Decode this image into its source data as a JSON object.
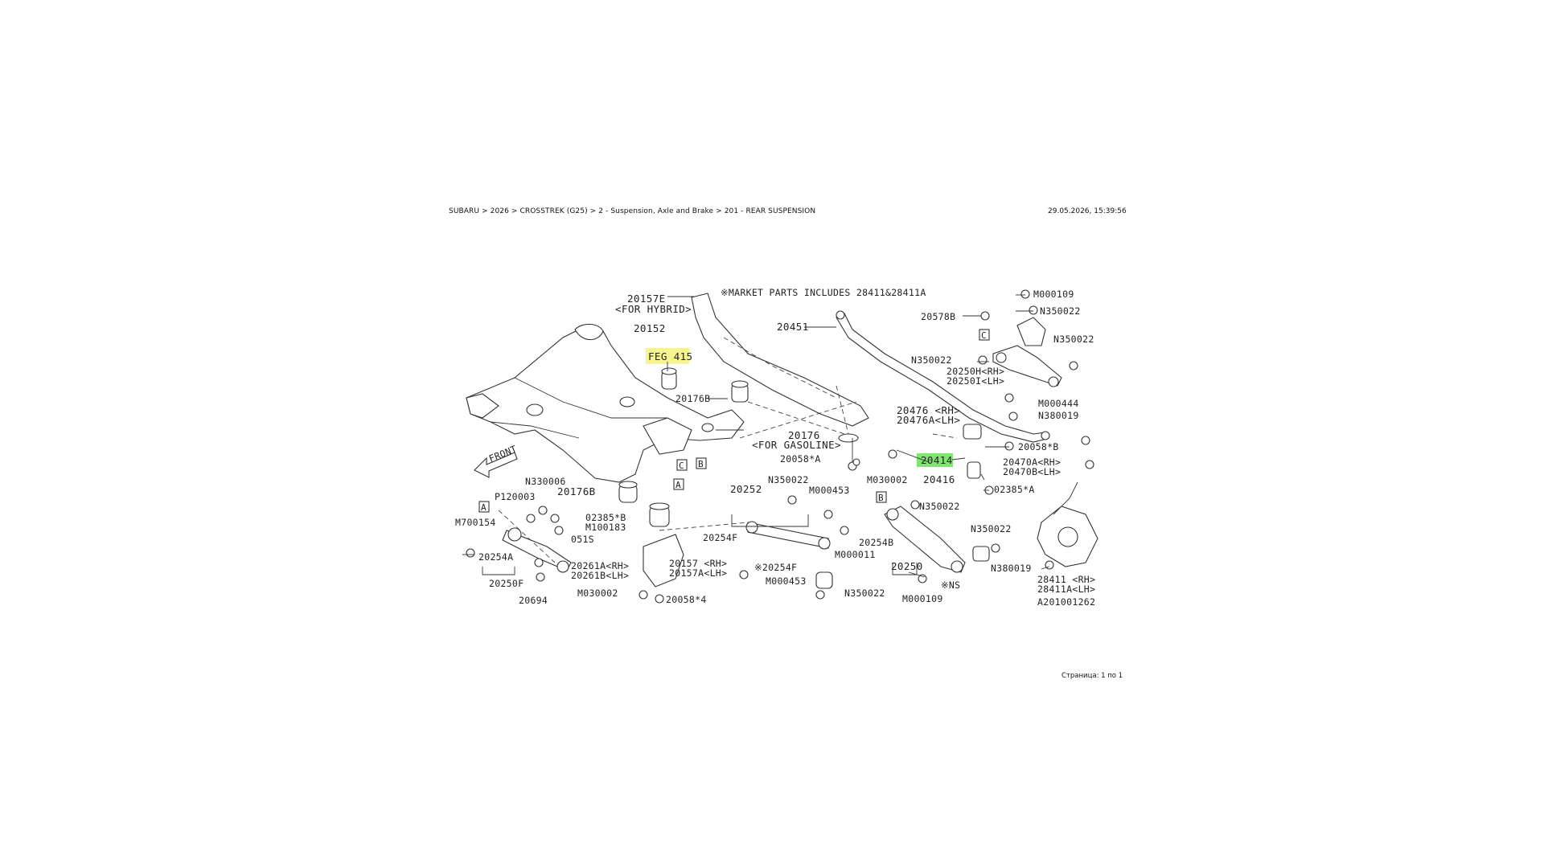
{
  "header": {
    "breadcrumb": "SUBARU > 2026 > CROSSTREK (G25) > 2 - Suspension, Axle and Brake > 201 - REAR SUSPENSION",
    "timestamp": "29.05.2026, 15:39:56"
  },
  "footer": {
    "page_info": "Страница: 1 по 1"
  },
  "highlights": {
    "yellow": "#f6f48f",
    "green": "#7ee56f"
  },
  "diagram": {
    "labels": {
      "l_20157e": "20157E",
      "l_for_hybrid": "<FOR HYBRID>",
      "l_market": "※MARKET PARTS INCLUDES 28411&28411A",
      "l_m000109_top": "M000109",
      "l_n350022_top": "N350022",
      "l_20578b": "20578B",
      "l_n350022_r": "N350022",
      "l_20451": "20451",
      "l_20152": "20152",
      "l_feg415": "FEG 415",
      "l_n350022_mid": "N350022",
      "l_20250h": "20250H<RH>",
      "l_20250i": "20250I<LH>",
      "l_20176b_top": "20176B",
      "l_m000444": "M000444",
      "l_20476rh": "20476 <RH>",
      "l_20476a": "20476A<LH>",
      "l_n380019_top": "N380019",
      "l_20176": "20176",
      "l_for_gasoline": "<FOR GASOLINE>",
      "l_20414": "20414",
      "l_20058b_r": "20058*B",
      "l_20058a": "20058*A",
      "l_20470a": "20470A<RH>",
      "l_20470b": "20470B<LH>",
      "l_front": "FRONT",
      "l_n330006": "N330006",
      "l_20416": "20416",
      "l_m030002_mid": "M030002",
      "l_n350022_c": "N350022",
      "l_02385a": "02385*A",
      "l_p120003": "P120003",
      "l_20176b": "20176B",
      "l_02385b": "02385*B",
      "l_m100183": "M100183",
      "l_20252": "20252",
      "l_m000453_top": "M000453",
      "l_n350022_b": "N350022",
      "l_m700154": "M700154",
      "l_051s": "051S",
      "l_20254a": "20254A",
      "l_20261a": "20261A<RH>",
      "l_20261b": "20261B<LH>",
      "l_20157rh": "20157 <RH>",
      "l_20157a": "20157A<LH>",
      "l_20254f": "20254F",
      "l_20254f2": "※20254F",
      "l_m000011": "M000011",
      "l_20254b": "20254B",
      "l_n350022_r2": "N350022",
      "l_20250f": "20250F",
      "l_20250": "20250",
      "l_n380019_b": "N380019",
      "l_m000453_b": "M000453",
      "l_m030002_b": "M030002",
      "l_20058_4": "20058*4",
      "l_n350022_bb": "N350022",
      "l_m000109_b": "M000109",
      "l_ns": "※NS",
      "l_28411": "28411 <RH>",
      "l_28411a": "28411A<LH>",
      "l_20694": "20694",
      "l_ref": "A201001262",
      "box_a": "A",
      "box_b": "B",
      "box_c": "C",
      "box_c2": "C",
      "box_b2": "B",
      "box_a2": "A"
    }
  }
}
